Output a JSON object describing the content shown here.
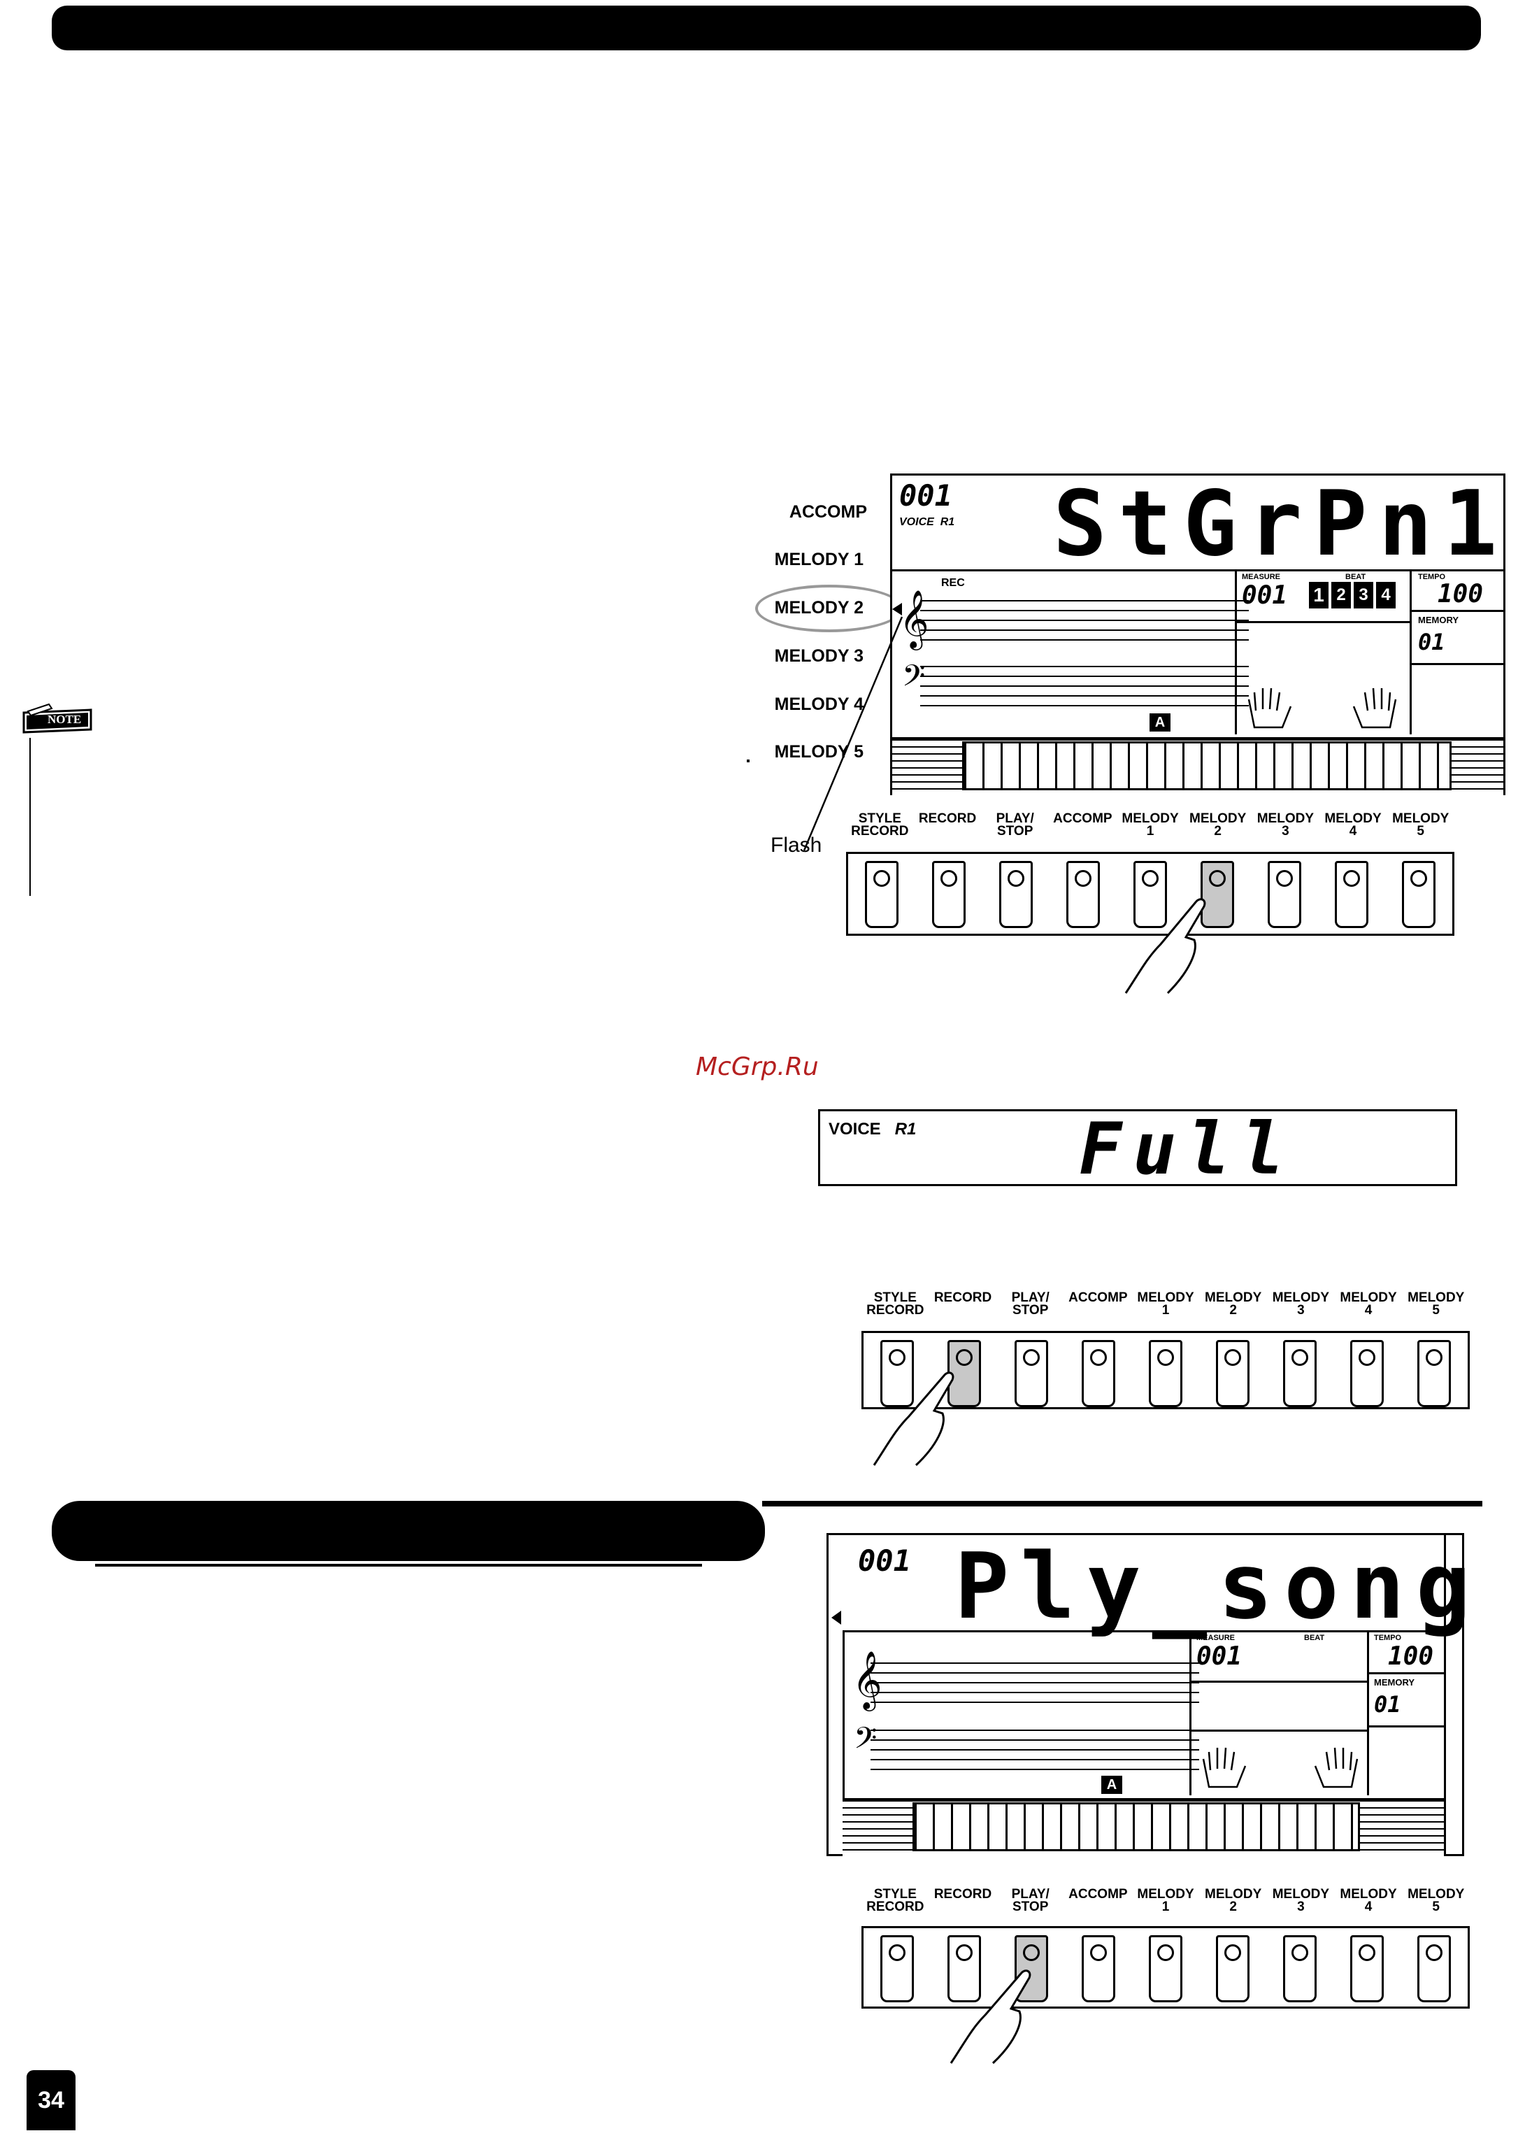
{
  "watermark": "McGrp.Ru",
  "page_number": "34",
  "note_label": "NOTE",
  "flash_label": "Flash",
  "side_labels": [
    "ACCOMP",
    "MELODY 1",
    "MELODY 2",
    "MELODY 3",
    "MELODY 4",
    "MELODY 5"
  ],
  "lcd1": {
    "number": "001",
    "voice_label": "VOICE",
    "voice_value": "R1",
    "main_text": "StGrPn1",
    "rec": "REC",
    "measure_label": "MEASURE",
    "measure_value": "001",
    "beat_label": "BEAT",
    "beats": [
      "1",
      "2",
      "3",
      "4"
    ],
    "tempo_label": "TEMPO",
    "tempo_value": "100",
    "memory_label": "MEMORY",
    "memory_value": "01",
    "a_badge": "A"
  },
  "lcd2": {
    "voice_label": "VOICE",
    "voice_value": "R1",
    "main_text": "Full"
  },
  "lcd3": {
    "number": "001",
    "main_text": "Ply_song",
    "measure_label": "MEASURE",
    "measure_value": "001",
    "beat_label": "BEAT",
    "tempo_label": "TEMPO",
    "tempo_value": "100",
    "memory_label": "MEMORY",
    "memory_value": "01",
    "a_badge": "A"
  },
  "buttons": [
    "STYLE\nRECORD",
    "RECORD",
    "PLAY/\nSTOP",
    "ACCOMP",
    "MELODY\n1",
    "MELODY\n2",
    "MELODY\n3",
    "MELODY\n4",
    "MELODY\n5"
  ],
  "panels": [
    {
      "pressed": "MELODY\n2"
    },
    {
      "pressed": "RECORD"
    },
    {
      "pressed": "PLAY/\nSTOP"
    }
  ]
}
